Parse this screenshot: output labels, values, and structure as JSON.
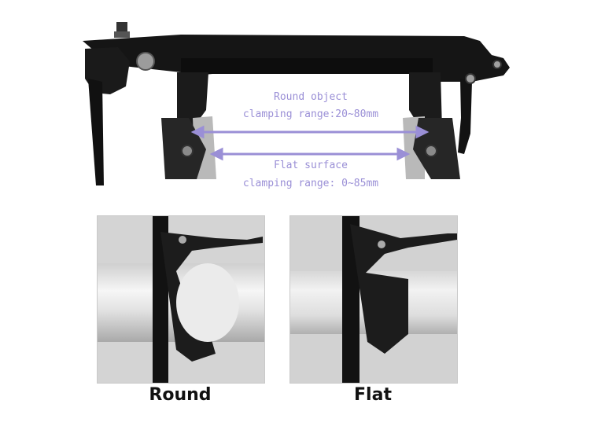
{
  "diagram": {
    "round_label_line1": "Round object",
    "round_label_line2": "clamping range:20~80mm",
    "flat_label_line1": "Flat surface",
    "flat_label_line2": "clamping range: 0~85mm",
    "accent_color": "#9a8fd6"
  },
  "photos": [
    {
      "caption": "Round"
    },
    {
      "caption": "Flat"
    }
  ]
}
